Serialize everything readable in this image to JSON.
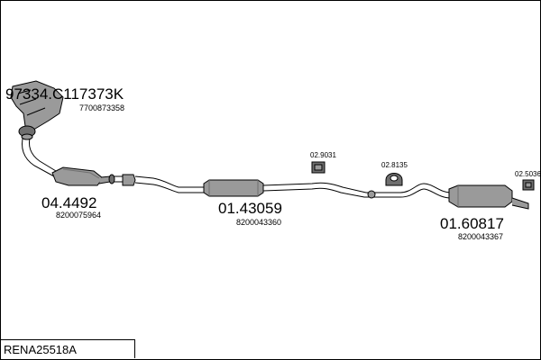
{
  "parts": {
    "manifold": {
      "number": "97334.C117373K",
      "oem": "7700873358"
    },
    "catalyst": {
      "number": "04.4492",
      "oem": "8200075964"
    },
    "middle_pipe": {
      "number": "01.43059",
      "oem": "8200043360"
    },
    "rear_silencer": {
      "number": "01.60817",
      "oem": "8200043367"
    },
    "mount_1": {
      "number": "02.9031"
    },
    "mount_2": {
      "number": "02.8135"
    },
    "mount_3": {
      "number": "02.5036"
    }
  },
  "footer": {
    "code": "RENA25518A"
  },
  "colors": {
    "line": "#000000",
    "part_fill": "#9a9a9a",
    "part_dark": "#6f6f6f",
    "background": "#ffffff"
  }
}
